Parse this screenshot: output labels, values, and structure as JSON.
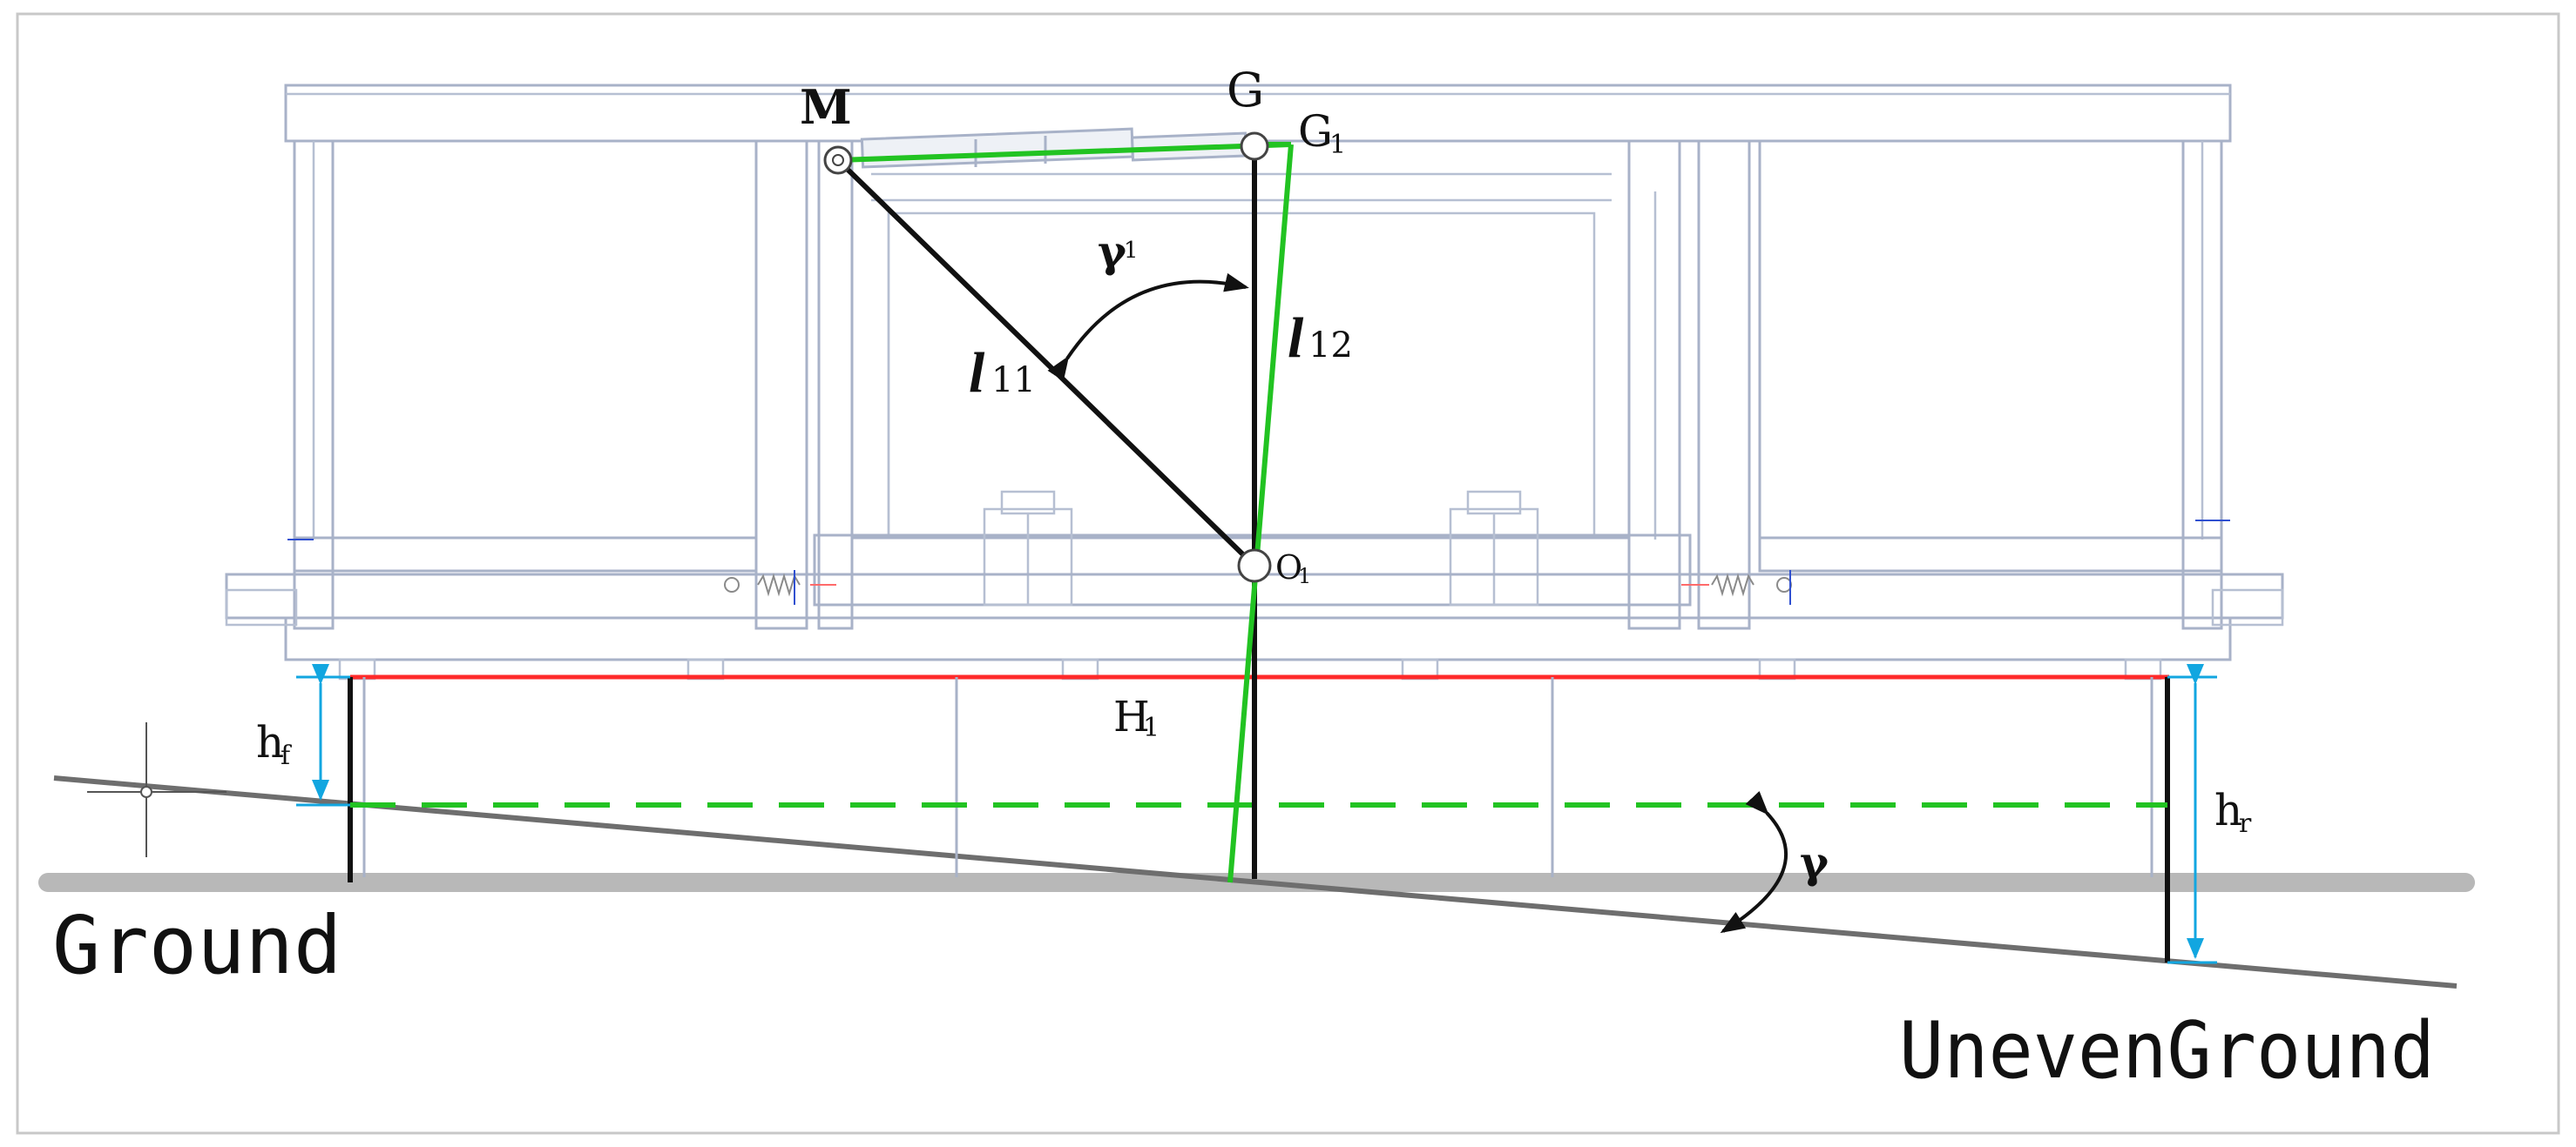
{
  "labels": {
    "M": "M",
    "G": "G",
    "G1_main": "G",
    "G1_sub": "1",
    "gamma1_main": "γ",
    "gamma1_sub": "1",
    "l11_main": "l",
    "l11_sub": "11",
    "l12_main": "l",
    "l12_sub": "12",
    "O1_main": "O",
    "O1_sub": "1",
    "H1_main": "H",
    "H1_sub": "1",
    "hf_main": "h",
    "hf_sub": "f",
    "hr_main": "h",
    "hr_sub": "r",
    "gamma": "γ",
    "ground": "Ground",
    "uneven_ground": "UnevenGround"
  },
  "colors": {
    "frame": "#a8b2c8",
    "link_black": "#111111",
    "link_green": "#22c322",
    "base_red": "#ff2a2a",
    "dimension_cyan": "#12a6e0",
    "ground_gray": "#b8b8b8",
    "slope_gray": "#6e6e6e",
    "border": "#c8c8c8"
  },
  "icons": {
    "M_joint": "pivot-circle-icon",
    "G_joint": "pivot-circle-icon",
    "O1_joint": "pivot-circle-icon",
    "gamma1_arrow": "double-arrow-arc-icon",
    "gamma_arrow": "double-arrow-arc-icon"
  }
}
